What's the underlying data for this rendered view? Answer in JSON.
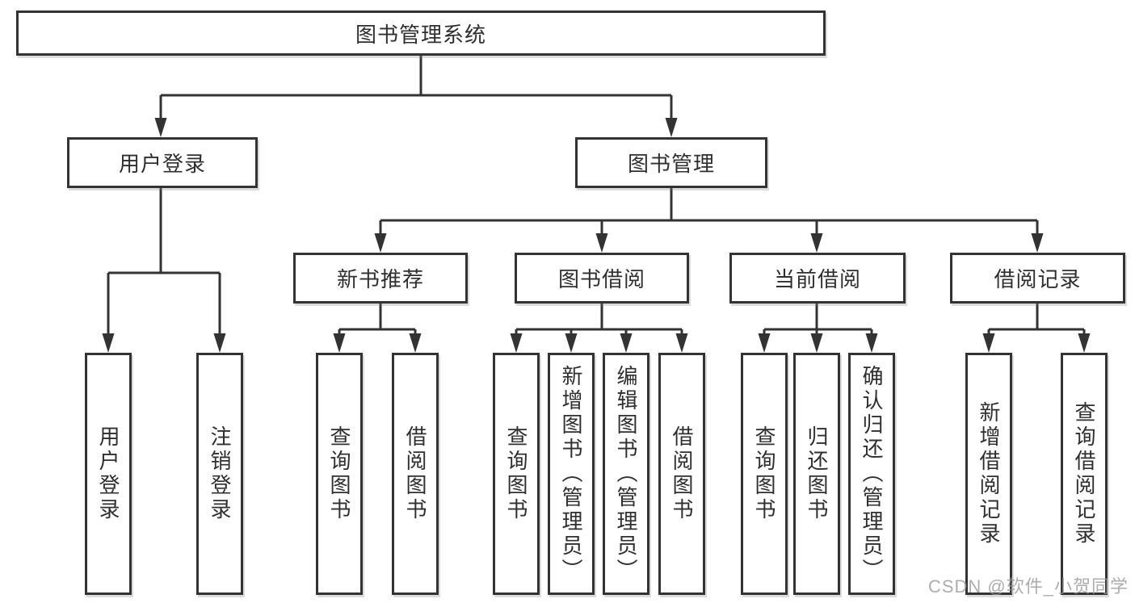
{
  "diagram_title": "图书管理系统",
  "tree": {
    "root": {
      "label": "图书管理系统",
      "children": [
        {
          "label": "用户登录",
          "children": [
            {
              "label": "用户登录"
            },
            {
              "label": "注销登录"
            }
          ]
        },
        {
          "label": "图书管理",
          "children": [
            {
              "label": "新书推荐",
              "children": [
                {
                  "label": "查询图书"
                },
                {
                  "label": "借阅图书"
                }
              ]
            },
            {
              "label": "图书借阅",
              "children": [
                {
                  "label": "查询图书"
                },
                {
                  "label": "新增图书（管理员）"
                },
                {
                  "label": "编辑图书（管理员）"
                },
                {
                  "label": "借阅图书"
                }
              ]
            },
            {
              "label": "当前借阅",
              "children": [
                {
                  "label": "查询图书"
                },
                {
                  "label": "归还图书"
                },
                {
                  "label": "确认归还（管理员）"
                }
              ]
            },
            {
              "label": "借阅记录",
              "children": [
                {
                  "label": "新增借阅记录"
                },
                {
                  "label": "查询借阅记录"
                }
              ]
            }
          ]
        }
      ]
    }
  },
  "watermark": {
    "text": "CSDN @软件_小贺同学"
  },
  "colors": {
    "line": "#333333",
    "text": "#2f2f2f",
    "background": "#ffffff",
    "watermark": "#969696"
  }
}
